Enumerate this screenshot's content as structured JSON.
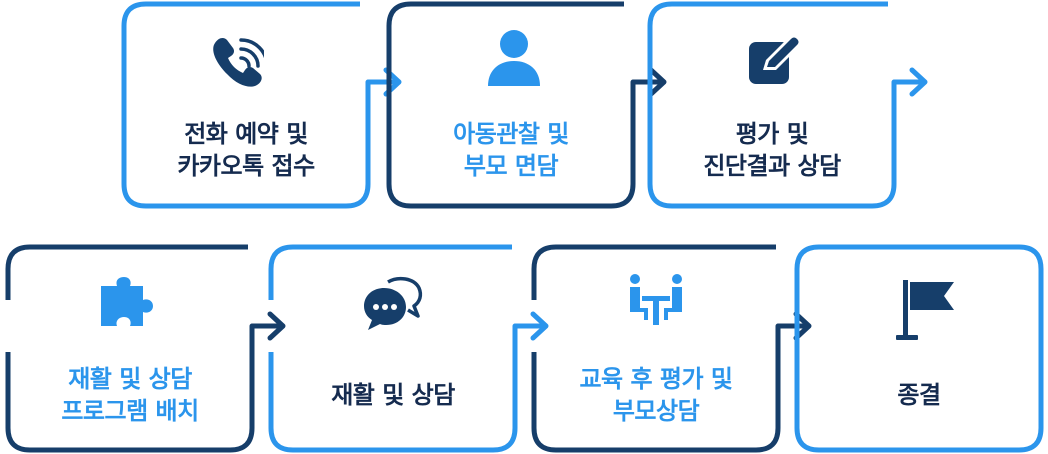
{
  "colors": {
    "light": "#2b95ec",
    "dark": "#163e6a",
    "text_dark": "#152b4f",
    "text_light": "#2b95ec"
  },
  "steps": [
    {
      "icon": "phone-icon",
      "line1": "전화 예약 및",
      "line2": "카카오톡 접수",
      "text_color": "dark"
    },
    {
      "icon": "person-icon",
      "line1": "아동관찰 및",
      "line2": "부모 면담",
      "text_color": "light"
    },
    {
      "icon": "edit-icon",
      "line1": "평가 및",
      "line2": "진단결과 상담",
      "text_color": "dark"
    },
    {
      "icon": "puzzle-icon",
      "line1": "재활 및 상담",
      "line2": "프로그램 배치",
      "text_color": "light"
    },
    {
      "icon": "chat-icon",
      "line1": "재활 및 상담",
      "line2": "",
      "text_color": "dark"
    },
    {
      "icon": "meeting-icon",
      "line1": "교육 후 평가 및",
      "line2": "부모상담",
      "text_color": "light"
    },
    {
      "icon": "flag-icon",
      "line1": "종결",
      "line2": "",
      "text_color": "dark"
    }
  ]
}
